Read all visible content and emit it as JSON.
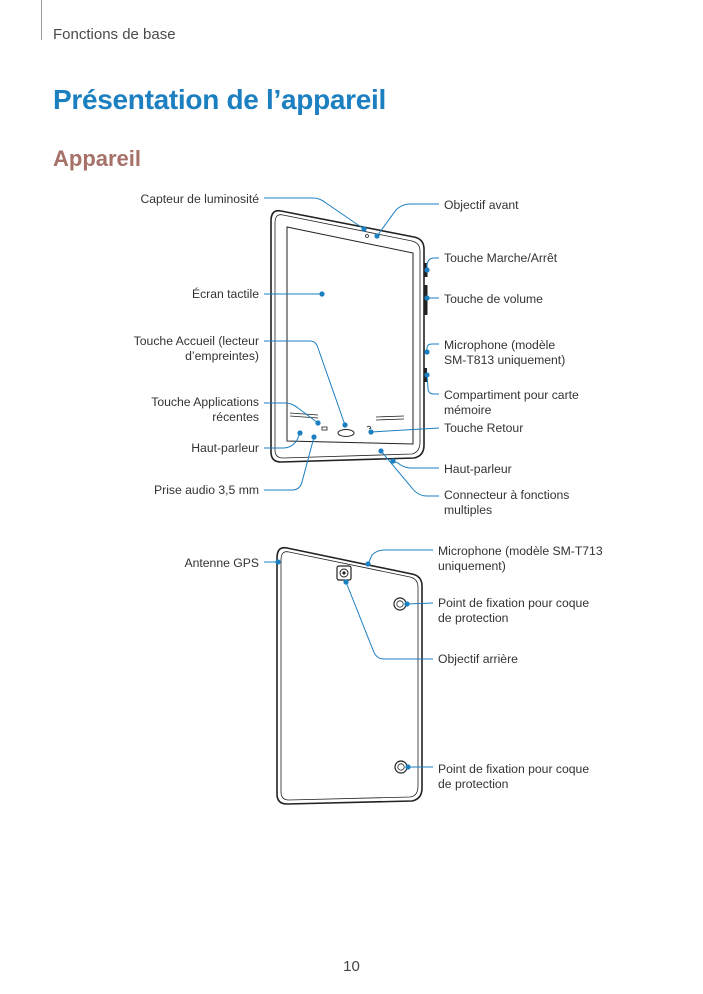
{
  "header": {
    "section": "Fonctions de base"
  },
  "title": "Présentation de l’appareil",
  "subtitle": "Appareil",
  "front_labels": {
    "capteur": "Capteur de luminosité",
    "ecran": "Écran tactile",
    "accueil_1": "Touche Accueil (lecteur",
    "accueil_2": "d’empreintes)",
    "applications_1": "Touche Applications",
    "applications_2": "récentes",
    "hautparleur_gauche": "Haut-parleur",
    "prise_audio": "Prise audio 3,5 mm",
    "objectif_avant": "Objectif avant",
    "marche_arret": "Touche Marche/Arrêt",
    "volume": "Touche de volume",
    "micro_1": "Microphone (modèle",
    "micro_2": "SM-T813 uniquement)",
    "compartiment_1": "Compartiment pour carte",
    "compartiment_2": "mémoire",
    "retour": "Touche Retour",
    "hautparleur_droit": "Haut-parleur",
    "connecteur_1": "Connecteur à fonctions",
    "connecteur_2": "multiples"
  },
  "back_labels": {
    "antenne": "Antenne GPS",
    "micro_1": "Microphone (modèle SM-T713",
    "micro_2": "uniquement)",
    "fixation_haut_1": "Point de fixation pour coque",
    "fixation_haut_2": "de protection",
    "objectif_arriere": "Objectif arrière",
    "fixation_bas_1": "Point de fixation pour coque",
    "fixation_bas_2": "de protection"
  },
  "colors": {
    "title": "#1b7fc0",
    "subtitle": "#a57168",
    "callout": "#1b7fc0"
  },
  "footer": {
    "page_number": "10"
  }
}
